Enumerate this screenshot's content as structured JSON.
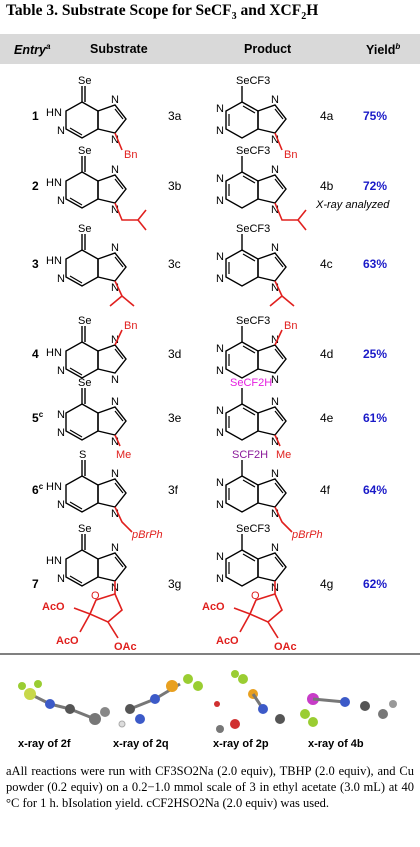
{
  "title": "Table 3. Substrate Scope for SeCF3 and XCF2H",
  "header": {
    "entry": "Entry",
    "entry_sup": "a",
    "substrate": "Substrate",
    "product": "Product",
    "yield": "Yield",
    "yield_sup": "b"
  },
  "rows": [
    {
      "entry": "1",
      "entry_sup": "",
      "substrate_id": "3a",
      "product_id": "4a",
      "yield": "75%",
      "sub_chalc": "Se",
      "prod_group": "SeCF3",
      "r_label": "Bn",
      "note": ""
    },
    {
      "entry": "2",
      "entry_sup": "",
      "substrate_id": "3b",
      "product_id": "4b",
      "yield": "72%",
      "sub_chalc": "Se",
      "prod_group": "SeCF3",
      "r_label": "",
      "note": "X-ray analyzed"
    },
    {
      "entry": "3",
      "entry_sup": "",
      "substrate_id": "3c",
      "product_id": "4c",
      "yield": "63%",
      "sub_chalc": "Se",
      "prod_group": "SeCF3",
      "r_label": "",
      "note": ""
    },
    {
      "entry": "4",
      "entry_sup": "",
      "substrate_id": "3d",
      "product_id": "4d",
      "yield": "25%",
      "sub_chalc": "Se",
      "prod_group": "SeCF3",
      "r_label": "Bn",
      "note": ""
    },
    {
      "entry": "5",
      "entry_sup": "c",
      "substrate_id": "3e",
      "product_id": "4e",
      "yield": "61%",
      "sub_chalc": "Se",
      "prod_group": "SeCF2H",
      "r_label": "Me",
      "note": ""
    },
    {
      "entry": "6",
      "entry_sup": "c",
      "substrate_id": "3f",
      "product_id": "4f",
      "yield": "64%",
      "sub_chalc": "S",
      "prod_group": "SCF2H",
      "r_label": "pBrPh",
      "note": ""
    },
    {
      "entry": "7",
      "entry_sup": "",
      "substrate_id": "3g",
      "product_id": "4g",
      "yield": "62%",
      "sub_chalc": "Se",
      "prod_group": "SeCF3",
      "r_label": "",
      "note": ""
    }
  ],
  "ribose_labels": {
    "aco_top": "AcO",
    "aco_bottom": "AcO",
    "oac": "OAc"
  },
  "atoms": {
    "n": "N",
    "hn": "HN",
    "o": "O"
  },
  "xray_captions": [
    "x-ray of 2f",
    "x-ray of 2q",
    "x-ray of 2p",
    "x-ray of 4b"
  ],
  "footnote": "aAll reactions were run with CF3SO2Na (2.0 equiv), TBHP (2.0 equiv), and Cu powder (0.2 equiv) on a 0.2−1.0 mmol scale of 3 in ethyl acetate (3.0 mL) at 40 °C for 1 h. bIsolation yield. cCF2HSO2Na (2.0 equiv) was used.",
  "colors": {
    "header_bg": "#d9d9d9",
    "yield": "#1a1ac8",
    "substituent": "#e0201e",
    "sec_f2h": "#e51ee0",
    "scf2h": "#8b1a9a"
  }
}
